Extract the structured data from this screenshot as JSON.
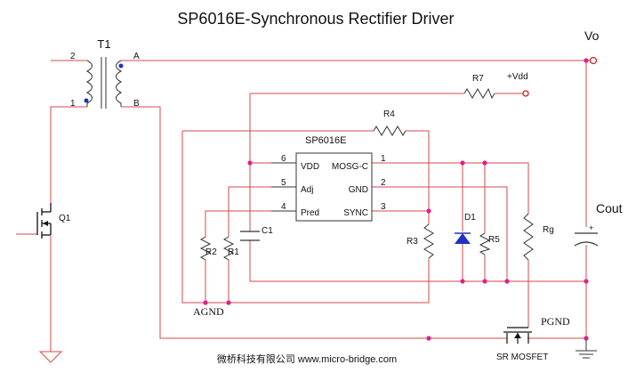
{
  "title": "SP6016E-Synchronous Rectifier Driver",
  "transformer": {
    "label": "T1",
    "pin_2": "2",
    "pin_1": "1",
    "pin_a": "A",
    "pin_b": "B"
  },
  "ic": {
    "name": "SP6016E",
    "pins": {
      "p6": "6",
      "p5": "5",
      "p4": "4",
      "p1": "1",
      "p2": "2",
      "p3": "3",
      "vdd": "VDD",
      "adj": "Adj",
      "pred": "Pred",
      "mosg": "MOSG-C",
      "gnd": "GND",
      "sync": "SYNC"
    }
  },
  "components": {
    "q1": "Q1",
    "r7": "R7",
    "r4": "R4",
    "r2": "R2",
    "r1": "R1",
    "c1": "C1",
    "r3": "R3",
    "d1": "D1",
    "r5": "R5",
    "rg": "Rg"
  },
  "nets": {
    "vdd": "+Vdd",
    "vo": "Vo",
    "cout": "Cout",
    "agnd": "AGND",
    "pgnd": "PGND",
    "sr_mosfet": "SR MOSFET"
  },
  "footer": "微桥科技有限公司 www.micro-bridge.com",
  "colors": {
    "wire": "#d44a4a",
    "line": "#333333",
    "node": "#e0208a",
    "terminal": "#d42020"
  }
}
